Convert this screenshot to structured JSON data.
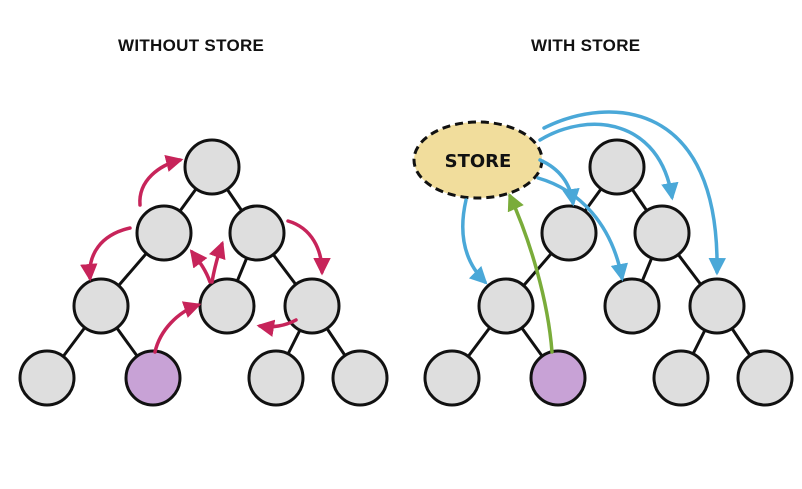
{
  "titles": {
    "without": "WITHOUT STORE",
    "with": "WITH STORE"
  },
  "store": {
    "label": "STORE"
  },
  "colors": {
    "node_fill": "#dedede",
    "node_stroke": "#111111",
    "highlight_fill": "#c8a2d6",
    "store_fill": "#f1dd9c",
    "red_arrow": "#c7245a",
    "blue_arrow": "#4aa8d8",
    "green_arrow": "#7aac3a"
  },
  "trees": {
    "nodes": [
      "root",
      "l1-left",
      "l1-right",
      "l2-a",
      "l2-b",
      "l2-c",
      "leaf-1",
      "leaf-2-highlighted",
      "leaf-3",
      "leaf-4"
    ],
    "highlighted_node": "leaf-2-highlighted"
  }
}
